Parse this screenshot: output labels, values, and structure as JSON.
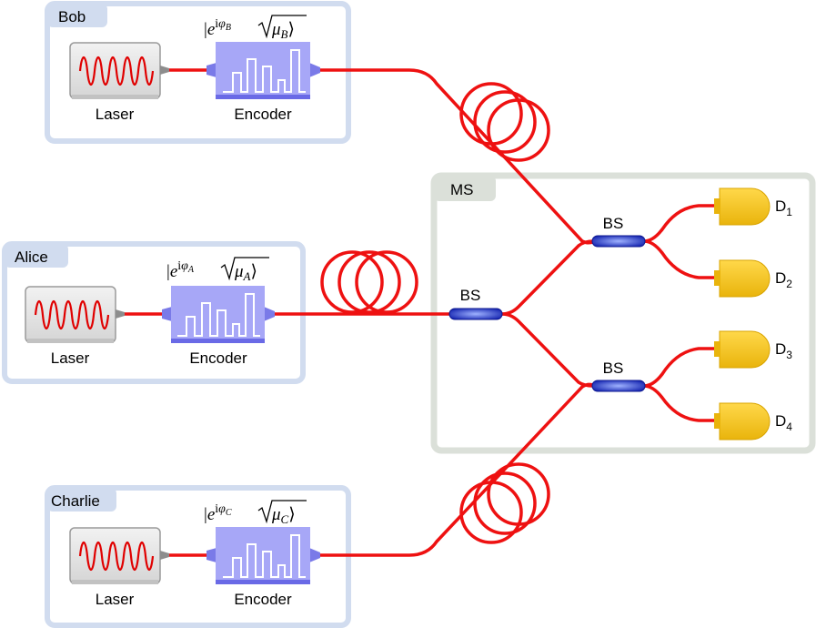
{
  "colors": {
    "panel_border": "#d1dcef",
    "ms_border": "#dbe0d9",
    "fiber": "#ee1111",
    "encoder": "#a7a7f7",
    "encoder_dark": "#6a6ae6",
    "laser_body": "#e6e6e6",
    "beamsplitter": "#1b2fc0",
    "detector": "#f5c517"
  },
  "parties": [
    {
      "id": "bob",
      "name": "Bob",
      "laser_label": "Laser",
      "encoder_label": "Encoder",
      "phase_sub": "B"
    },
    {
      "id": "alice",
      "name": "Alice",
      "laser_label": "Laser",
      "encoder_label": "Encoder",
      "phase_sub": "A"
    },
    {
      "id": "charlie",
      "name": "Charlie",
      "laser_label": "Laser",
      "encoder_label": "Encoder",
      "phase_sub": "C"
    }
  ],
  "measurement_station": {
    "label": "MS",
    "beamsplitters": [
      "BS",
      "BS",
      "BS"
    ],
    "detectors": [
      {
        "letter": "D",
        "index": "1"
      },
      {
        "letter": "D",
        "index": "2"
      },
      {
        "letter": "D",
        "index": "3"
      },
      {
        "letter": "D",
        "index": "4"
      }
    ]
  }
}
